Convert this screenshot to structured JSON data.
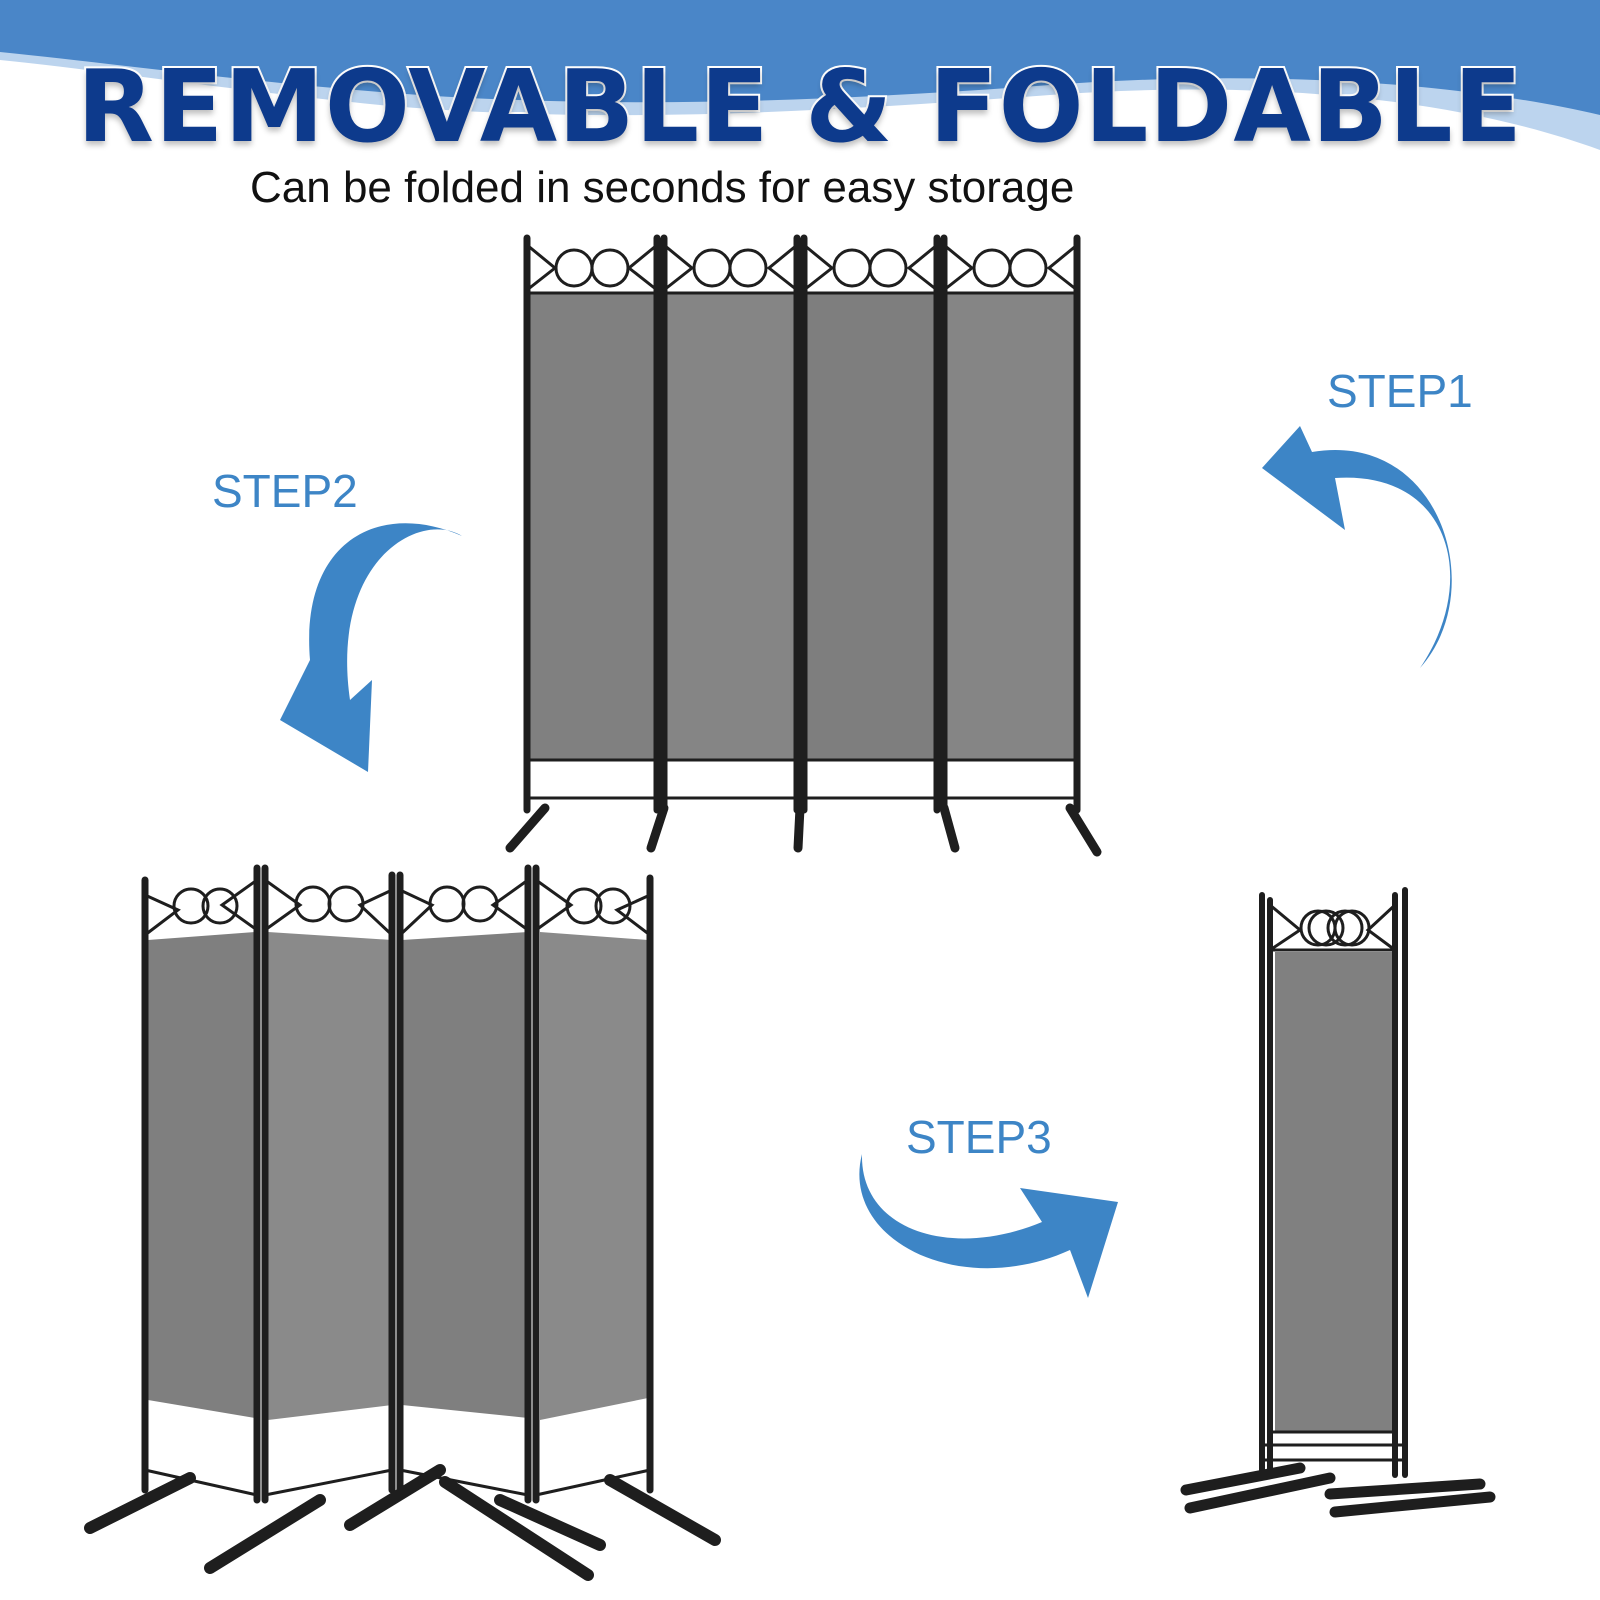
{
  "header": {
    "title": "REMOVABLE & FOLDABLE",
    "subtitle": "Can be folded in seconds for easy storage"
  },
  "steps": {
    "step1": "STEP1",
    "step2": "STEP2",
    "step3": "STEP3"
  },
  "colors": {
    "banner_blue": "#4a86c8",
    "banner_light": "#bcd4ee",
    "title_navy": "#0d3a8c",
    "step_blue": "#3d85c6",
    "panel_gray": "#808080",
    "frame_black": "#1e1e1e"
  },
  "icons": {
    "step1_arrow": "curved-arrow-counterclockwise-icon",
    "step2_arrow": "curved-arrow-down-icon",
    "step3_arrow": "curved-arrow-right-icon"
  }
}
